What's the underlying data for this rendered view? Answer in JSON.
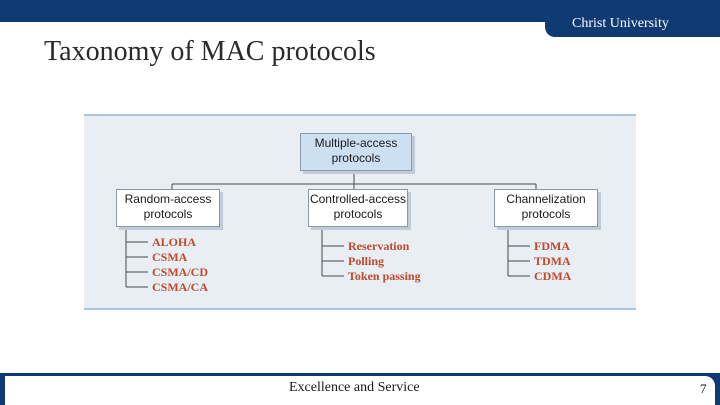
{
  "header": {
    "org_name": "Christ University"
  },
  "slide": {
    "title": "Taxonomy of MAC protocols"
  },
  "diagram": {
    "root": {
      "line1": "Multiple-access",
      "line2": "protocols"
    },
    "categories": [
      {
        "line1": "Random-access",
        "line2": "protocols",
        "items": [
          "ALOHA",
          "CSMA",
          "CSMA/CD",
          "CSMA/CA"
        ]
      },
      {
        "line1": "Controlled-access",
        "line2": "protocols",
        "items": [
          "Reservation",
          "Polling",
          "Token passing"
        ]
      },
      {
        "line1": "Channelization",
        "line2": "protocols",
        "items": [
          "FDMA",
          "TDMA",
          "CDMA"
        ]
      }
    ]
  },
  "footer": {
    "motto": "Excellence and Service",
    "page_number": "7"
  },
  "colors": {
    "brand": "#0f3a72",
    "leaf_text": "#c04a2a",
    "root_fill": "#cde0f1"
  }
}
